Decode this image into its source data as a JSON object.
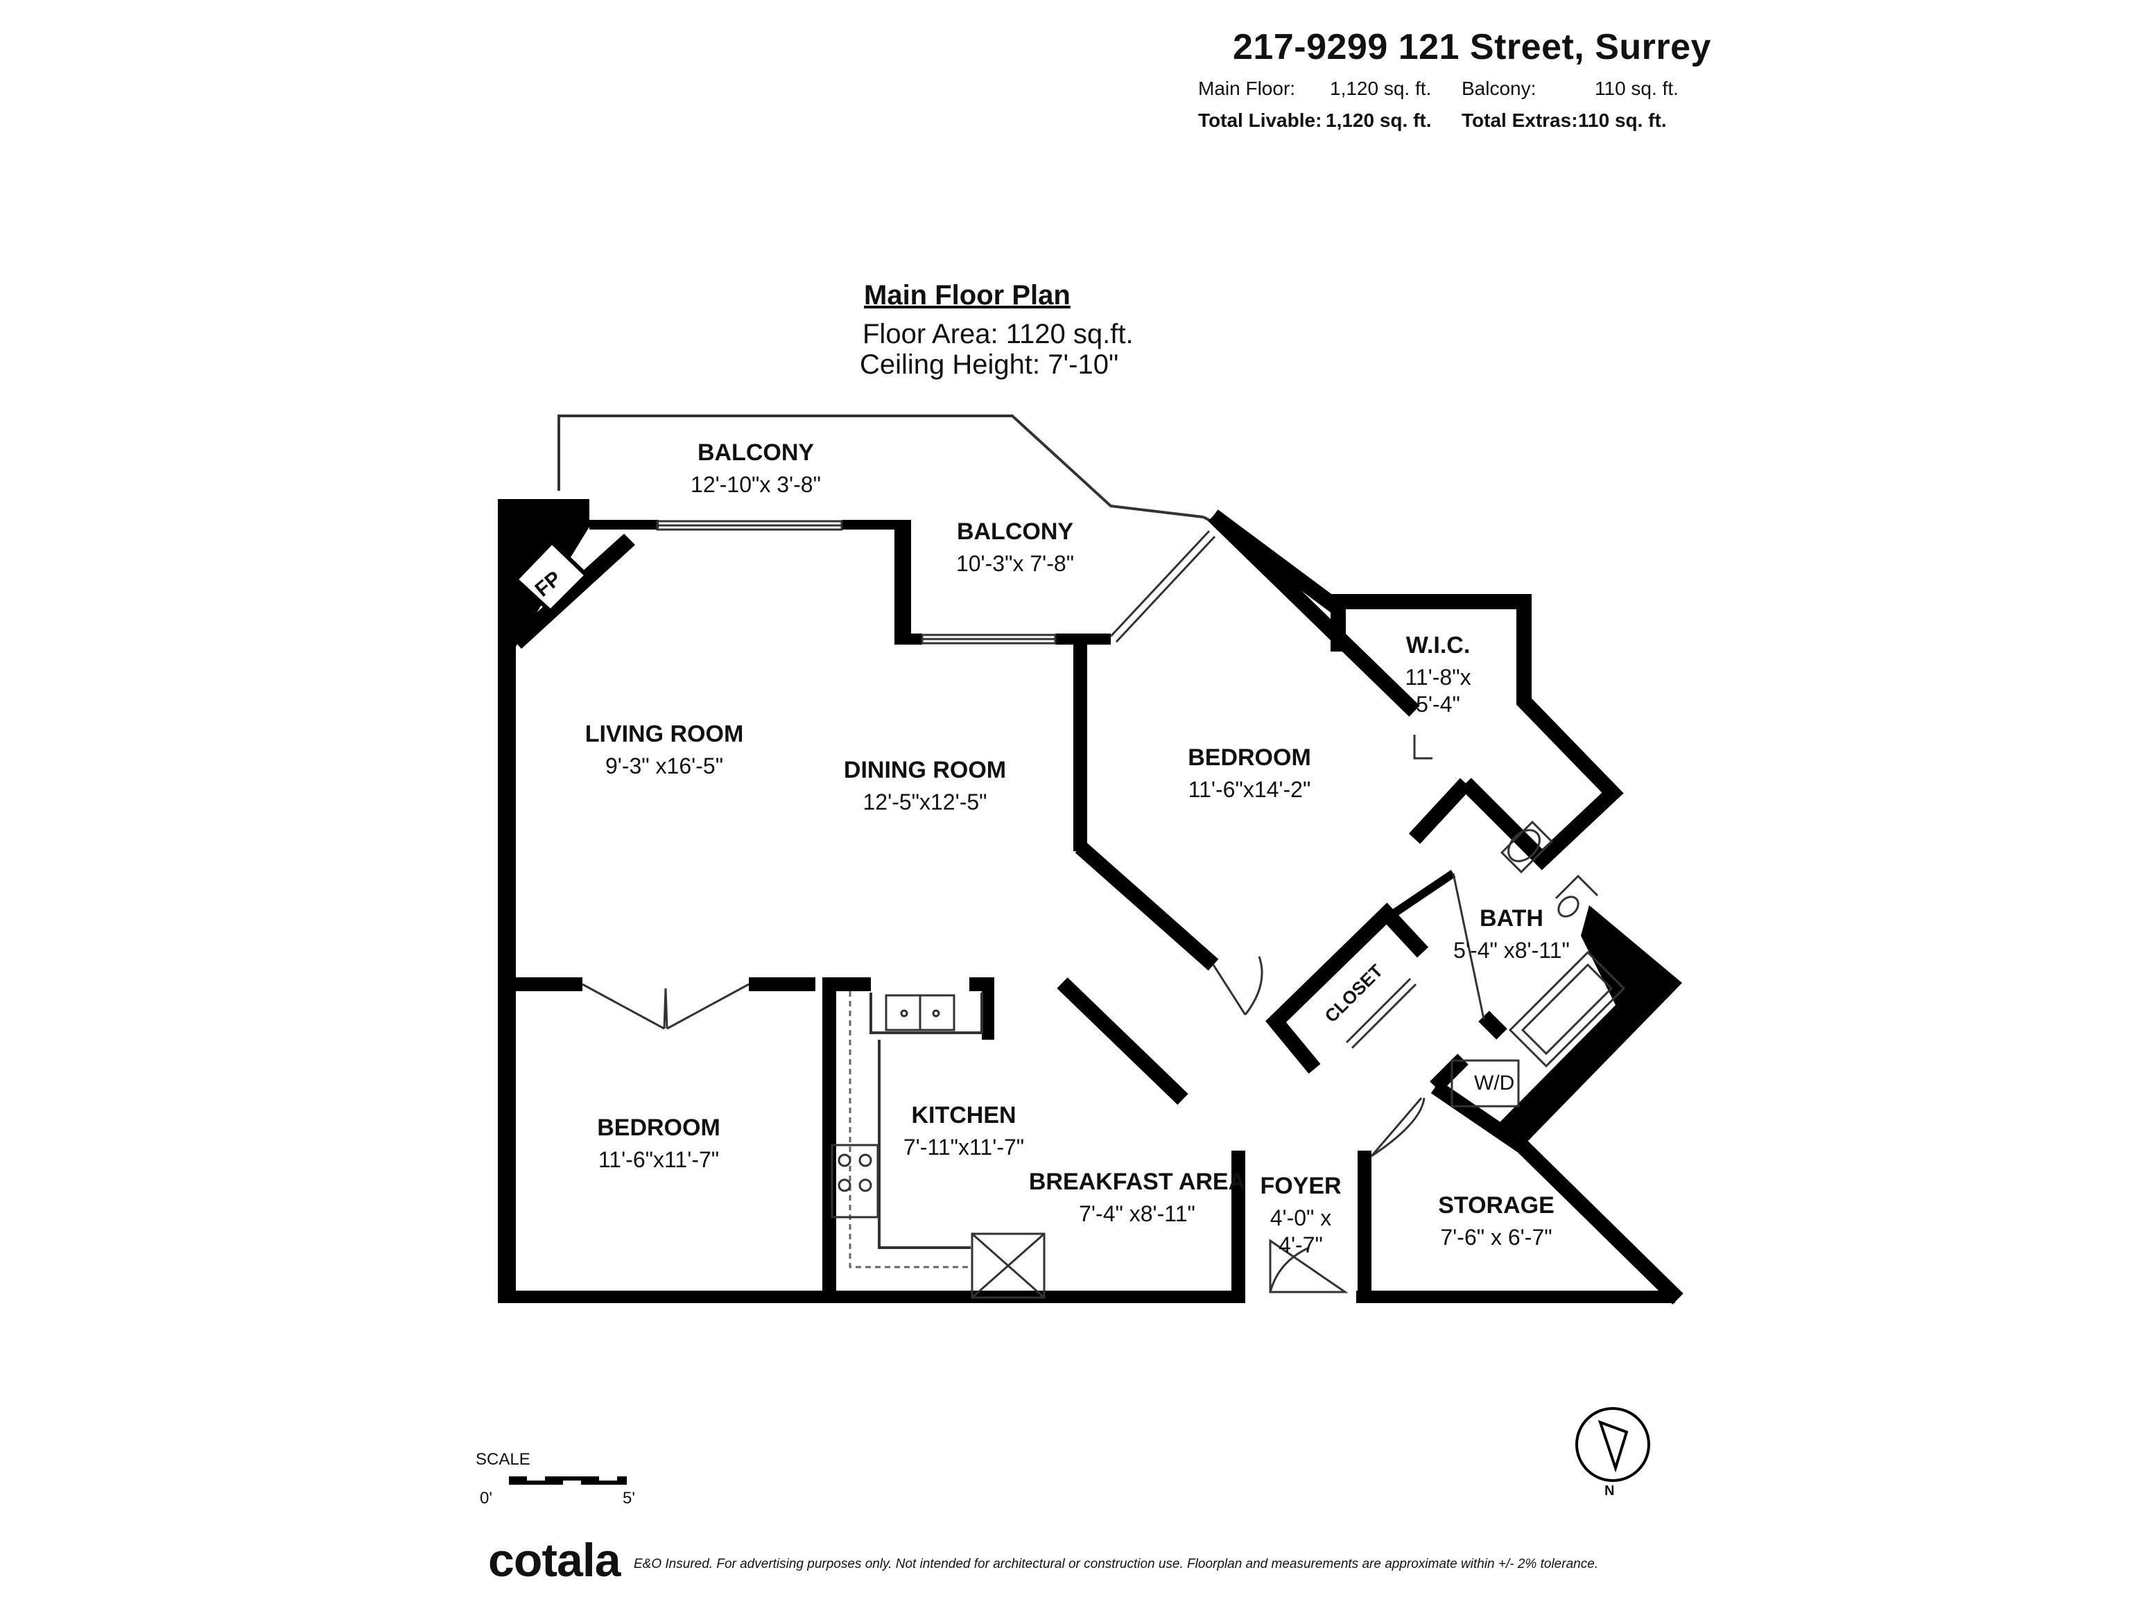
{
  "header": {
    "address": "217-9299 121 Street, Surrey",
    "main_floor_label": "Main Floor:",
    "main_floor_value": "1,120 sq. ft.",
    "balcony_label": "Balcony:",
    "balcony_value": "110 sq. ft.",
    "total_livable_label": "Total Livable:",
    "total_livable_value": "1,120 sq. ft.",
    "total_extras_label": "Total Extras:",
    "total_extras_value": "110 sq. ft."
  },
  "plan": {
    "title": "Main Floor Plan",
    "floor_area": "Floor Area: 1120 sq.ft.",
    "ceiling_height": "Ceiling Height: 7'-10\""
  },
  "rooms": {
    "balcony1": {
      "name": "BALCONY",
      "dims": "12'-10\"x 3'-8\""
    },
    "balcony2": {
      "name": "BALCONY",
      "dims": "10'-3\"x 7'-8\""
    },
    "wic": {
      "name": "W.I.C.",
      "dims1": "11'-8\"x",
      "dims2": "5'-4\""
    },
    "living": {
      "name": "LIVING ROOM",
      "dims": "9'-3\" x16'-5\""
    },
    "dining": {
      "name": "DINING ROOM",
      "dims": "12'-5\"x12'-5\""
    },
    "bedroom1": {
      "name": "BEDROOM",
      "dims": "11'-6\"x14'-2\""
    },
    "bath": {
      "name": "BATH",
      "dims": "5'-4\" x8'-11\""
    },
    "bedroom2": {
      "name": "BEDROOM",
      "dims": "11'-6\"x11'-7\""
    },
    "kitchen": {
      "name": "KITCHEN",
      "dims": "7'-11\"x11'-7\""
    },
    "breakfast": {
      "name": "BREAKFAST AREA",
      "dims": "7'-4\" x8'-11\""
    },
    "foyer": {
      "name": "FOYER",
      "dims1": "4'-0\" x",
      "dims2": "4'-7\""
    },
    "storage": {
      "name": "STORAGE",
      "dims": "7'-6\" x 6'-7\""
    }
  },
  "labels": {
    "fireplace": "FP",
    "closet": "CLOSET",
    "washer_dryer": "W/D",
    "north": "N"
  },
  "scale": {
    "label": "SCALE",
    "start": "0'",
    "end": "5'"
  },
  "footer": {
    "brand": "cotala",
    "disclaimer": "E&O Insured. For advertising purposes only. Not intended for architectural or construction use. Floorplan and measurements are approximate within +/- 2% tolerance."
  }
}
